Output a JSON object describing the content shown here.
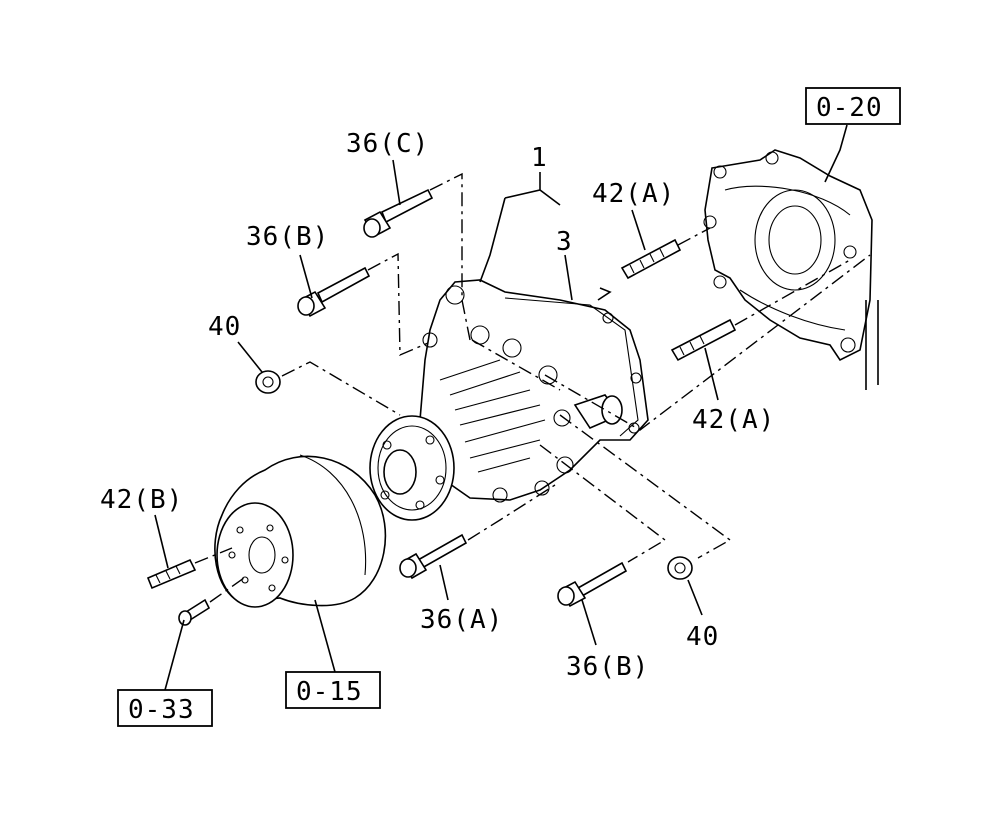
{
  "labels": {
    "p1": "1",
    "p3": "3",
    "b36c": "36(C)",
    "b36b_top": "36(B)",
    "n40_left": "40",
    "s42a_top": "42(A)",
    "s42a_right": "42(A)",
    "s42b": "42(B)",
    "b36a": "36(A)",
    "b36b_bottom": "36(B)",
    "n40_bottom": "40"
  },
  "refs": {
    "r020": "0-20",
    "r015": "0-15",
    "r033": "0-33"
  }
}
